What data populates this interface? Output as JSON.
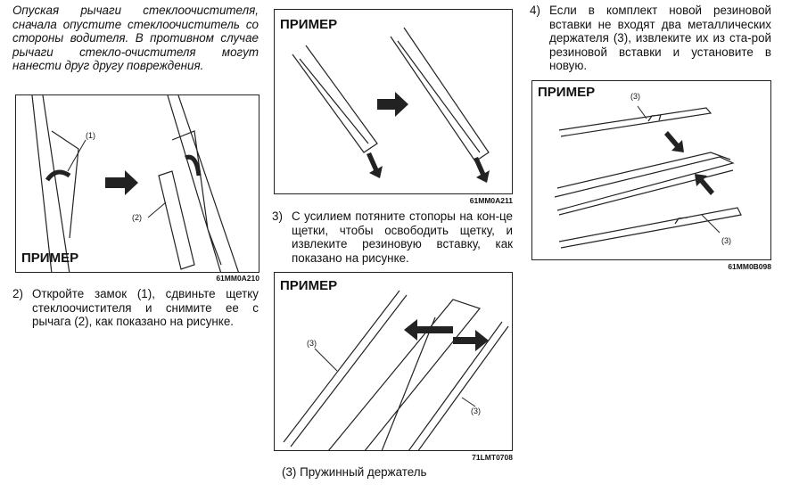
{
  "note": "Опуская рычаги стеклоочистителя, сначала опустите стеклоочиститель со стороны водителя. В противном случае рычаги стекло-очистителя могут нанести друг другу повреждения.",
  "figures": [
    {
      "label": "ПРИМЕР",
      "code": "61MM0A210",
      "callouts": [
        "(1)",
        "(2)"
      ]
    },
    {
      "label": "ПРИМЕР",
      "code": "61MM0A211"
    },
    {
      "label": "ПРИМЕР",
      "code": "71LMT0708",
      "callouts": [
        "(3)",
        "(3)"
      ]
    },
    {
      "label": "ПРИМЕР",
      "code": "61MM0B098",
      "callouts": [
        "(3)",
        "(3)"
      ]
    }
  ],
  "steps": [
    {
      "num": "2)",
      "text": "Откройте замок (1), сдвиньте щетку стеклоочистителя и снимите ее с рычага (2), как показано на рисунке."
    },
    {
      "num": "3)",
      "text": "С усилием потяните стопоры на кон-це щетки, чтобы освободить щетку, и извлеките резиновую вставку, как показано на рисунке."
    },
    {
      "num": "4)",
      "text": "Если в комплект новой резиновой вставки не входят два металлических держателя (3), извлеките их из ста-рой резиновой вставки и установите в новую."
    }
  ],
  "legend": "(3) Пружинный держатель"
}
